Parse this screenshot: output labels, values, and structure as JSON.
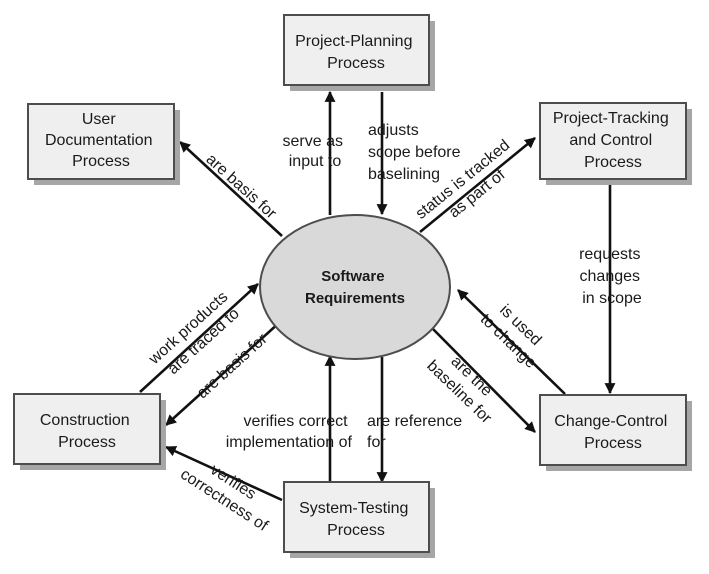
{
  "center": {
    "lines": [
      "Software",
      "Requirements"
    ]
  },
  "boxes": {
    "planning": {
      "lines": [
        "Project-Planning",
        "Process"
      ]
    },
    "user_doc": {
      "lines": [
        "User",
        "Documentation",
        "Process"
      ]
    },
    "tracking": {
      "lines": [
        "Project-Tracking",
        "and Control",
        "Process"
      ]
    },
    "construction": {
      "lines": [
        "Construction",
        "Process"
      ]
    },
    "change": {
      "lines": [
        "Change-Control",
        "Process"
      ]
    },
    "testing": {
      "lines": [
        "System-Testing",
        "Process"
      ]
    }
  },
  "labels": {
    "serve_input": [
      "serve as",
      "input to"
    ],
    "adjusts_scope": [
      "adjusts",
      "scope before",
      "baselining"
    ],
    "basis_userdoc": [
      "are basis for"
    ],
    "status_tracked": [
      "status is tracked",
      "as part of"
    ],
    "requests_changes": [
      "requests",
      "changes",
      "in scope"
    ],
    "work_products": [
      "work products",
      "are traced to"
    ],
    "basis_construct": [
      "are basis for"
    ],
    "used_to_change": [
      "is used",
      "to change"
    ],
    "baseline_for": [
      "are the",
      "baseline for"
    ],
    "verifies_impl": [
      "verifies correct",
      "implementation of"
    ],
    "reference_for": [
      "are reference",
      "for"
    ],
    "verifies_correct": [
      "verifies",
      "correctness of"
    ]
  },
  "colors": {
    "box_fill": "#efefef",
    "box_stroke": "#4d4d4d",
    "shadow": "#a6a6a6",
    "ellipse_fill": "#d9d9d9",
    "line": "#111111"
  }
}
